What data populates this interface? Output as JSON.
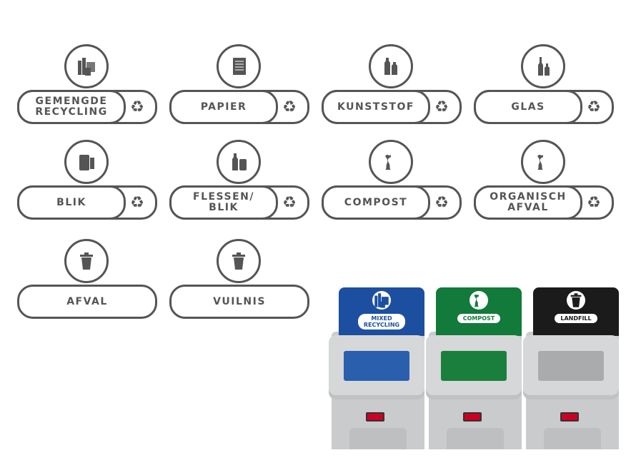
{
  "labels": [
    {
      "text": "GEMENGDE\nRECYCLING",
      "icon": "mixed-recycling-icon",
      "recycle": true
    },
    {
      "text": "PAPIER",
      "icon": "paper-icon",
      "recycle": true
    },
    {
      "text": "KUNSTSTOF",
      "icon": "plastic-bottles-icon",
      "recycle": true
    },
    {
      "text": "GLAS",
      "icon": "glass-bottles-icon",
      "recycle": true
    },
    {
      "text": "BLIK",
      "icon": "can-icon",
      "recycle": true
    },
    {
      "text": "FLESSEN/\nBLIK",
      "icon": "bottle-can-icon",
      "recycle": true
    },
    {
      "text": "COMPOST",
      "icon": "apple-core-icon",
      "recycle": true
    },
    {
      "text": "ORGANISCH\nAFVAL",
      "icon": "apple-core-icon",
      "recycle": true
    },
    {
      "text": "AFVAL",
      "icon": "trash-bin-icon",
      "recycle": false
    },
    {
      "text": "VUILNIS",
      "icon": "trash-bin-icon",
      "recycle": false
    }
  ],
  "bins": [
    {
      "label": "MIXED\nRECYCLING",
      "color": "#1d4fa0",
      "lid": "#2a5fae",
      "icon": "mixed-recycling-icon",
      "recycle": true
    },
    {
      "label": "COMPOST",
      "color": "#127a3a",
      "lid": "#1a7f3c",
      "icon": "apple-core-icon",
      "recycle": true
    },
    {
      "label": "LANDFILL",
      "color": "#1b1b1b",
      "lid": "#a9abad",
      "icon": "trash-bin-icon",
      "recycle": false
    }
  ]
}
